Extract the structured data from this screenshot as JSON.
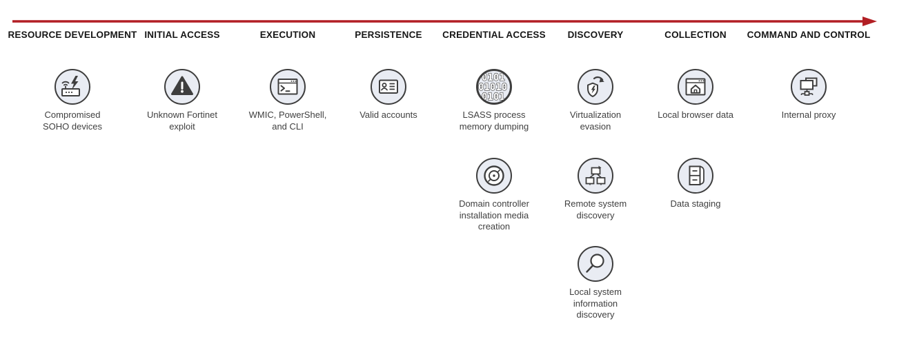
{
  "timeline": {
    "arrow_color": "#b21f24",
    "direction": "left-to-right"
  },
  "icon_style": {
    "circle_fill": "#e9ecf3",
    "stroke_color": "#3e3e3e"
  },
  "phases": [
    {
      "name": "RESOURCE DEVELOPMENT",
      "items": [
        {
          "icon": "router-lightning-icon",
          "label": "Compromised\nSOHO devices"
        }
      ]
    },
    {
      "name": "INITIAL ACCESS",
      "items": [
        {
          "icon": "warning-triangle-icon",
          "label": "Unknown Fortinet\nexploit"
        }
      ]
    },
    {
      "name": "EXECUTION",
      "items": [
        {
          "icon": "terminal-window-icon",
          "label": "WMIC, PowerShell,\nand CLI"
        }
      ]
    },
    {
      "name": "PERSISTENCE",
      "items": [
        {
          "icon": "id-card-icon",
          "label": "Valid accounts"
        }
      ]
    },
    {
      "name": "CREDENTIAL ACCESS",
      "items": [
        {
          "icon": "binary-code-icon",
          "label": "LSASS process\nmemory dumping"
        },
        {
          "icon": "optical-disc-icon",
          "label": "Domain controller\ninstallation media\ncreation"
        }
      ]
    },
    {
      "name": "DISCOVERY",
      "items": [
        {
          "icon": "shield-refresh-icon",
          "label": "Virtualization\nevasion"
        },
        {
          "icon": "network-tree-icon",
          "label": "Remote system\ndiscovery"
        },
        {
          "icon": "magnifier-icon",
          "label": "Local system\ninformation\ndiscovery"
        }
      ]
    },
    {
      "name": "COLLECTION",
      "items": [
        {
          "icon": "browser-home-icon",
          "label": "Local browser data"
        },
        {
          "icon": "drawer-cabinet-icon",
          "label": "Data staging"
        }
      ]
    },
    {
      "name": "COMMAND AND CONTROL",
      "items": [
        {
          "icon": "dual-monitor-network-icon",
          "label": "Internal proxy"
        }
      ]
    }
  ]
}
